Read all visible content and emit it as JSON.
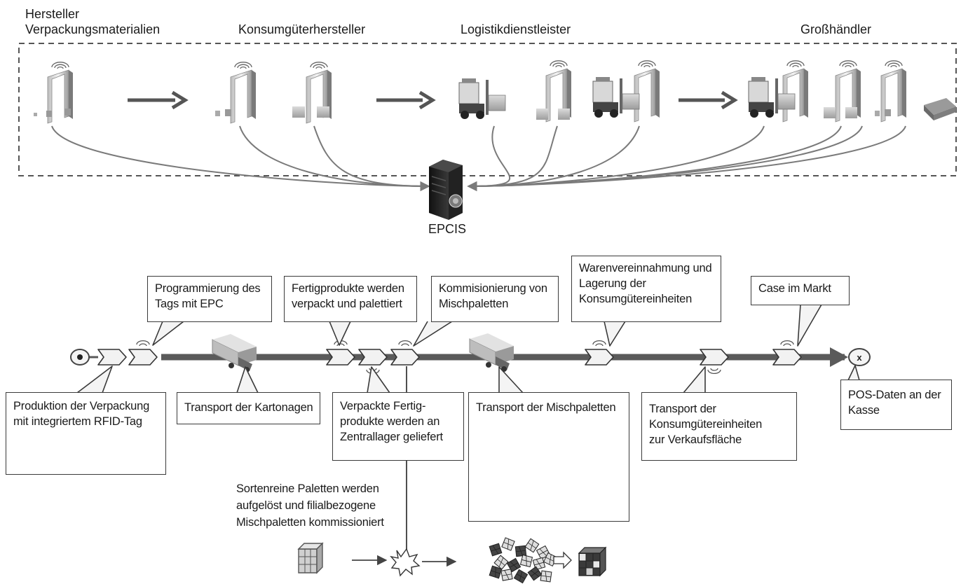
{
  "stages": [
    {
      "line1": "Hersteller",
      "line2": "Verpackungsmaterialien"
    },
    {
      "line1": "Konsumgüterhersteller"
    },
    {
      "line1": "Logistikdienstleister"
    },
    {
      "line1": "Großhändler"
    }
  ],
  "server_label": "EPCIS",
  "boxes": {
    "programmierung": {
      "line1": "Programmierung des",
      "line2": "Tags mit EPC"
    },
    "fertigprodukte": {
      "line1": "Fertigprodukte werden",
      "line2": "verpackt und palettiert"
    },
    "kommisionierung": {
      "line1": "Kommisionierung von",
      "line2": "Mischpaletten"
    },
    "warenvereinnahmung": {
      "line1": "Warenvereinnahmung und",
      "line2": "Lagerung der",
      "line3": "Konsumgütereinheiten"
    },
    "case": {
      "line1": "Case im Markt"
    },
    "produktion": {
      "line1": "Produktion der Verpackung",
      "line2": "mit integriertem RFID-Tag"
    },
    "transport_kartonagen": {
      "line1": "Transport der Kartonagen"
    },
    "verpackte": {
      "line1": "Verpackte Fertig-",
      "line2": "produkte werden an",
      "line3": "Zentrallager geliefert"
    },
    "transport_misch": {
      "line1": "Transport der Mischpaletten"
    },
    "transport_konsum": {
      "line1": "Transport der",
      "line2": "Konsumgütereinheiten",
      "line3": "zur Verkaufsfläche"
    },
    "pos": {
      "line1": "POS-Daten an der",
      "line2": "Kasse"
    }
  },
  "sorten_label": {
    "line1": "Sortenreine Paletten werden",
    "line2": "aufgelöst und filialbezogene",
    "line3": "Mischpaletten kommissioniert"
  },
  "end_marker": "x",
  "colors": {
    "line": "#5a5a5a",
    "arrow": "#555555",
    "dashed_border": "#555555",
    "server": "#1c1c1c",
    "chevron_fill": "#f2f2f2"
  }
}
